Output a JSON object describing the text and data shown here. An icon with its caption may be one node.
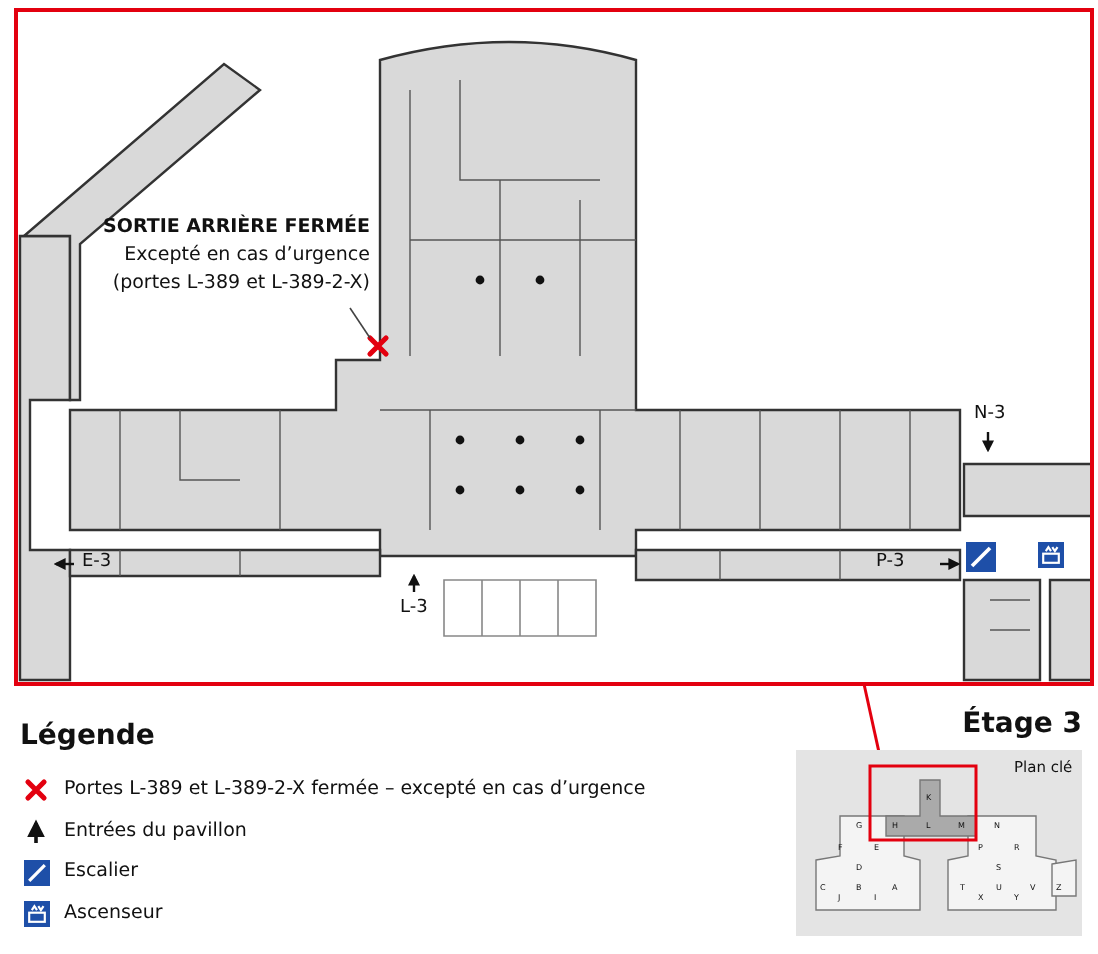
{
  "diagram": {
    "title": "Étage 3",
    "nodes": [
      {
        "text": [
          "SORTIE ARRIÈRE FERMÉE",
          "Excepté en cas d’urgence (portes L-389 et L-389-2-X)"
        ]
      },
      {
        "text": [],
        "shape": "cross"
      }
    ],
    "edges": [
      {
        "from": 0,
        "to": 1,
        "arrow": "none"
      }
    ],
    "labels": [
      "N-3",
      "E-3",
      "P-3",
      "L-3",
      "Légende",
      "Plan clé",
      "K",
      "G",
      "H",
      "L",
      "M",
      "N",
      "F",
      "E",
      "P",
      "R",
      "D",
      "S",
      "C",
      "B",
      "A",
      "T",
      "U",
      "V",
      "Z",
      "J",
      "I",
      "X",
      "Y"
    ],
    "legend": [
      {
        "text": "Portes L-389 et L-389-2-X fermée – excepté en cas d’urgence"
      },
      {
        "text": "Entrées du pavillon"
      },
      {
        "text": "Escalier"
      },
      {
        "text": "Ascenseur"
      }
    ]
  }
}
